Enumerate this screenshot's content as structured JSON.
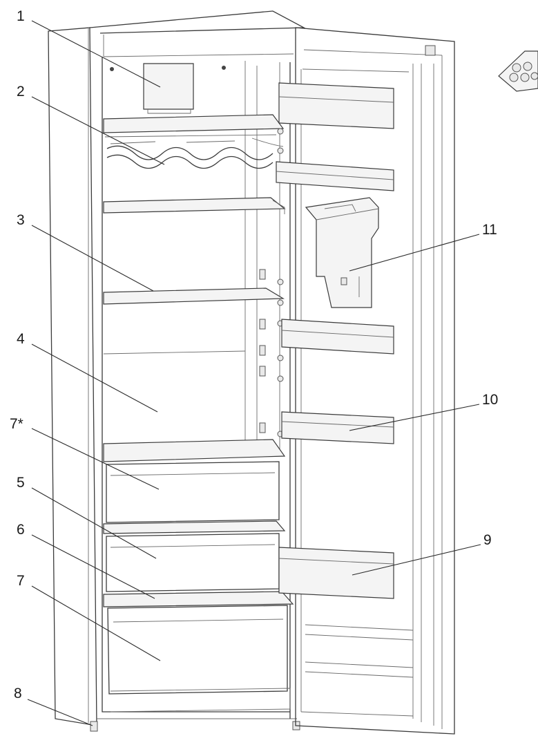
{
  "callouts": [
    {
      "label": "1"
    },
    {
      "label": "2"
    },
    {
      "label": "3"
    },
    {
      "label": "4"
    },
    {
      "label": "7*"
    },
    {
      "label": "5"
    },
    {
      "label": "6"
    },
    {
      "label": "7"
    },
    {
      "label": "8"
    },
    {
      "label": "11"
    },
    {
      "label": "10"
    },
    {
      "label": "9"
    }
  ]
}
